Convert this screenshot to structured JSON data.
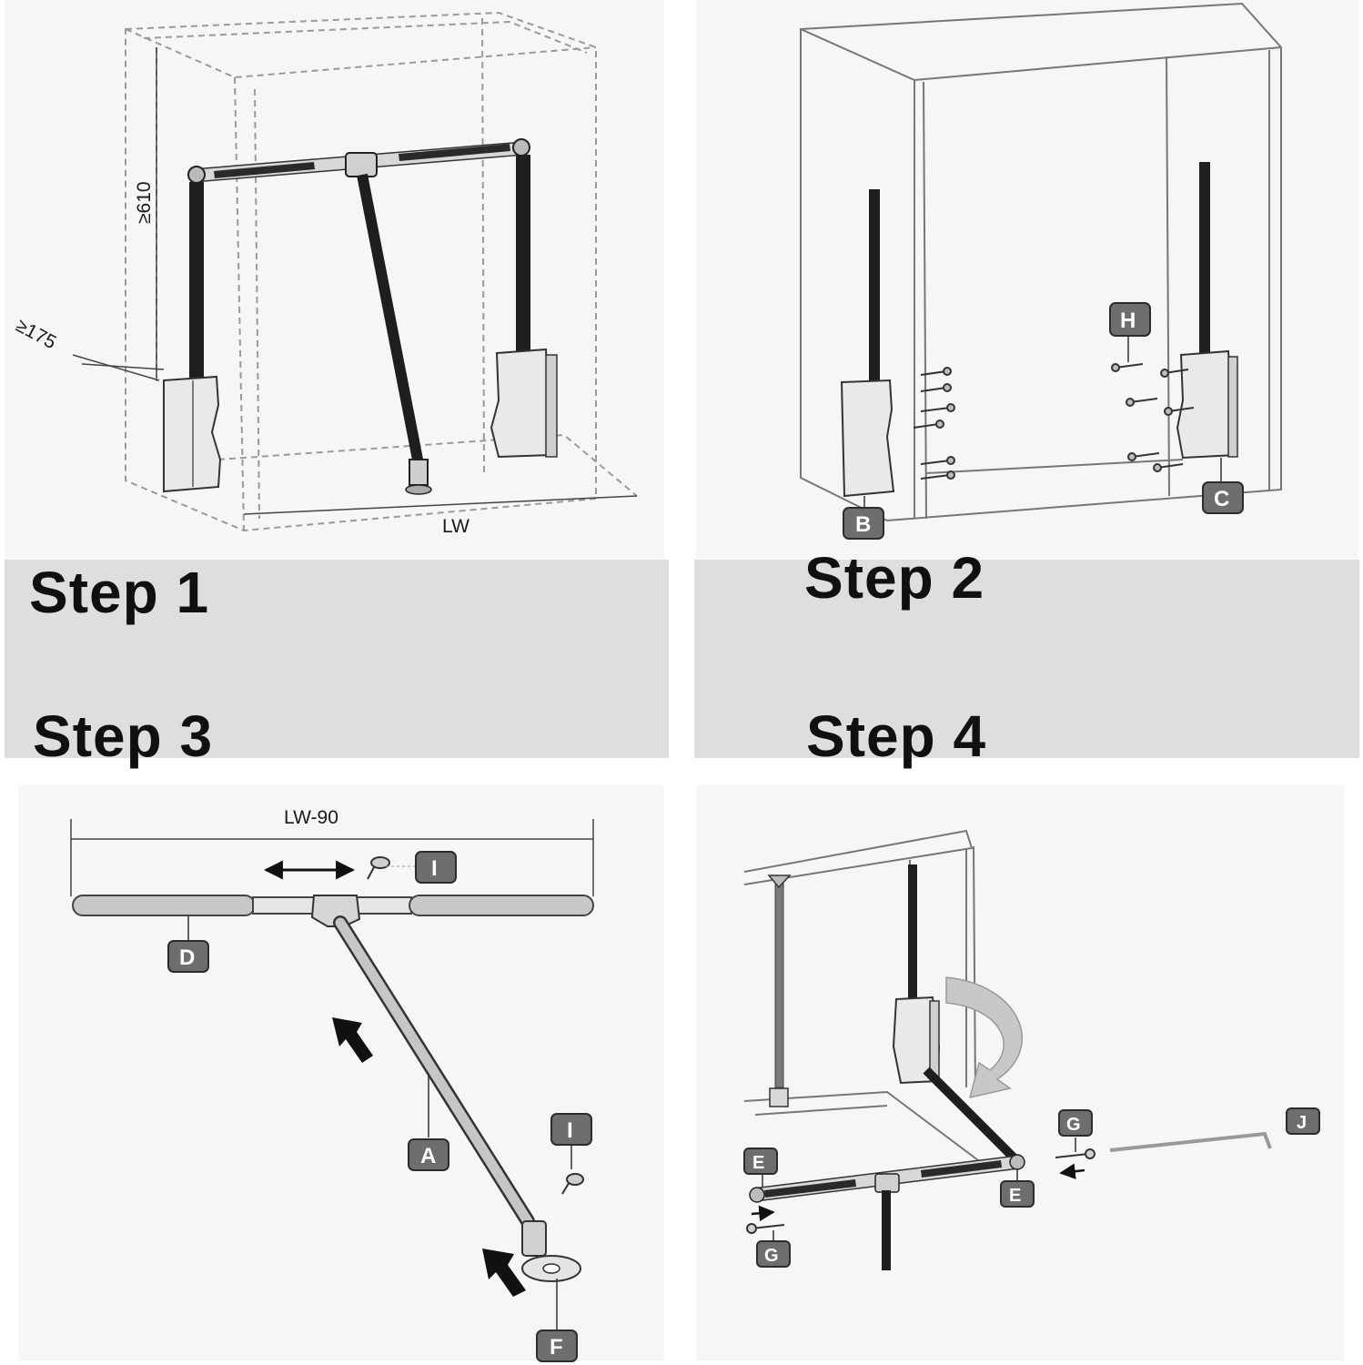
{
  "steps": [
    {
      "label": "Step 1"
    },
    {
      "label": "Step 2"
    },
    {
      "label": "Step 3"
    },
    {
      "label": "Step 4"
    }
  ],
  "dimensions": {
    "min_height": "≥610",
    "min_depth": "≥175",
    "inner_width": "LW",
    "rail_length": "LW-90"
  },
  "part_labels": {
    "A": "A",
    "B": "B",
    "C": "C",
    "D": "D",
    "E": "E",
    "F": "F",
    "G": "G",
    "H": "H",
    "I": "I",
    "J": "J"
  }
}
